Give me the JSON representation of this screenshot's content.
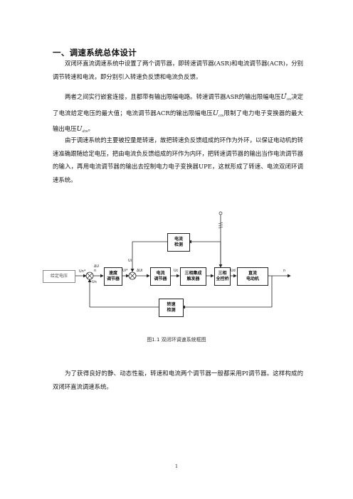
{
  "section_title": "一、调速系统总体设计",
  "para1": "双闭环直流调速系统中设置了两个调节器，即转速调节器(ASR)和电流调节器(ACR)，分别调节转速和电流，即分别引入转速负反馈和电流负反馈。",
  "para2_a": "两者之间实行嵌套连接，且都带有输出限幅电路。转速调节器ASR的输出限幅电压",
  "para2_b": "决定了电流给定电压的最大值；电流调节器ACR的输出限幅电压",
  "para2_c": "限制了电力电子变换器的最大输出电压",
  "para2_d": "。",
  "math_Uim_base": "U",
  "math_Uim_sub": "im",
  "math_Uim_sup": "*",
  "math_Ucm_base": "U",
  "math_Ucm_sub": "cm",
  "math_Udm_base": "U",
  "math_Udm_sub": "dm",
  "para3": "由于调速系统的主要被控量是转速，故把转速负反馈组成的环作为外环，以保证电动机的转速准确跟随给定电压，把由电流负反馈组成的环作为内环，把转速调节器的输出当作电流调节器的输入，再用电流调节器的输出去控制电力电子变换器UPE，这就形成了转速、电流双闭环调速系统。",
  "diagram": {
    "given_voltage": "给定电压",
    "speed_regulator": "速度\n调节器",
    "current_regulator": "电流\n调节器",
    "trigger": "三相集成\n触发器",
    "bridge": "三相\n全控桥",
    "motor": "直流\n电动机",
    "current_detect": "电流\n检测",
    "speed_detect": "转速\n检测",
    "lbl_un_star": "Un*",
    "lbl_delta_un": "ΔU\nn",
    "lbl_un": "Un",
    "lbl_ui_star": "Ui*",
    "lbl_ui": "Ui",
    "lbl_delta_ui": "ΔUi",
    "lbl_uc": "Uc",
    "lbl_ud": "Ud",
    "lbl_n": "n",
    "colors": {
      "line": "#222222",
      "box": "#222222"
    }
  },
  "caption": "图1.1   双闭环调速系统框图",
  "para4": "为了获得良好的静、动态性能，转速和电流两个调节器一般都采用PI调节器。这样构成的双闭环直流调速系统。",
  "page_number": "1"
}
